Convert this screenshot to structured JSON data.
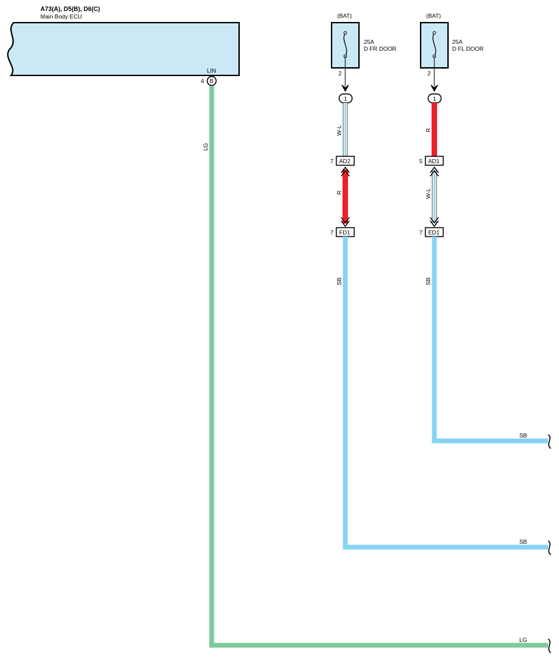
{
  "ecu": {
    "title": "A73(A), D5(B), D6(C)",
    "name": "Main Body ECU",
    "terminal_label": "LIN",
    "pin_number": "4",
    "connector_letter": "B"
  },
  "fuses": [
    {
      "source": "(BAT)",
      "rating": "25A",
      "name": "D FR DOOR",
      "pin": "2"
    },
    {
      "source": "(BAT)",
      "rating": "25A",
      "name": "D FL DOOR",
      "pin": "2"
    }
  ],
  "connectors": {
    "left_top_pin": "1",
    "right_top_pin": "1",
    "ad2": {
      "pin": "7",
      "name": "AD2"
    },
    "ad1": {
      "pin": "5",
      "name": "AD1"
    },
    "fd1": {
      "pin": "7",
      "name": "FD1"
    },
    "ed1": {
      "pin": "7",
      "name": "ED1"
    }
  },
  "wires": {
    "lg_vertical": "LG",
    "lg_bottom": "LG",
    "left_upper": "W-L",
    "left_middle": "R",
    "left_lower": "SB",
    "left_bottom": "SB",
    "right_upper": "R",
    "right_middle": "W-L",
    "right_lower": "SB",
    "right_bottom": "SB"
  },
  "colors": {
    "LG": "#7dcb9c",
    "SB": "#87d3f5",
    "R": "#ee2128",
    "W-L": "#87d3f5",
    "ecu_fill": "#cbe8f6"
  }
}
